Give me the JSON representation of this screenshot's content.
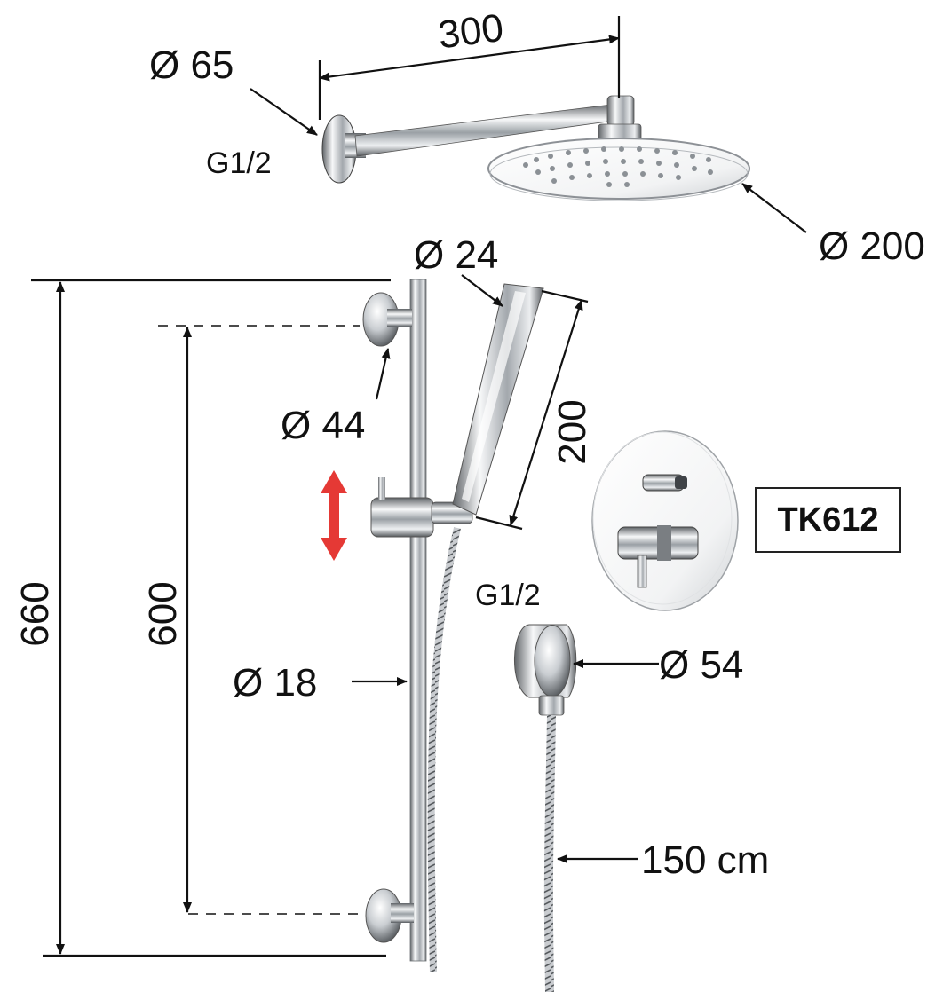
{
  "model": "TK612",
  "labels": {
    "arm_length": "300",
    "flange_diameter": "Ø 65",
    "arm_thread": "G1/2",
    "head_diameter": "Ø 200",
    "hand_shower_diameter": "Ø 24",
    "hand_shower_length": "200",
    "bracket_diameter": "Ø 44",
    "rail_total_height": "660",
    "rail_bracket_spacing": "600",
    "rail_diameter": "Ø 18",
    "outlet_thread": "G1/2",
    "outlet_diameter": "Ø 54",
    "hose_length": "150 cm"
  },
  "colors": {
    "adjust_arrow": "#e53935",
    "chrome_dark": "#6b6f73",
    "chrome_light": "#f4f5f6"
  }
}
